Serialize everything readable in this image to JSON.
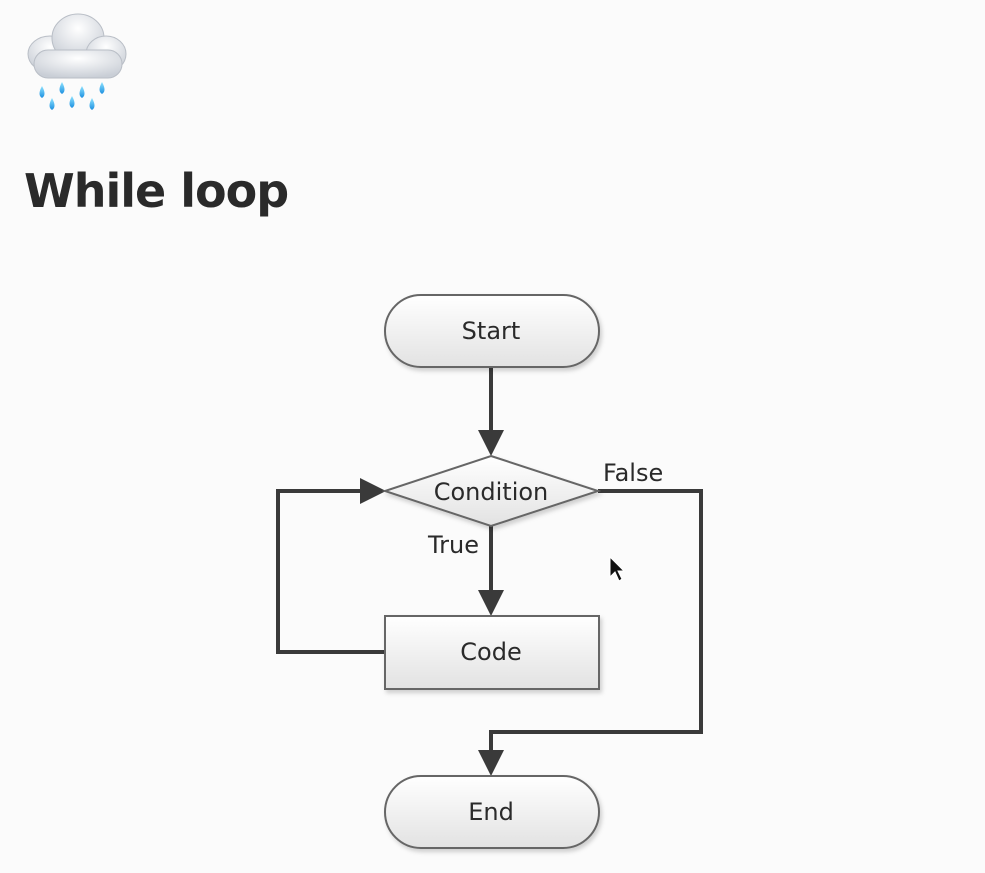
{
  "page": {
    "icon": "rain-cloud-icon",
    "title": "While loop"
  },
  "diagram": {
    "nodes": {
      "start": "Start",
      "condition": "Condition",
      "code": "Code",
      "end": "End"
    },
    "edges": {
      "true_label": "True",
      "false_label": "False"
    }
  }
}
